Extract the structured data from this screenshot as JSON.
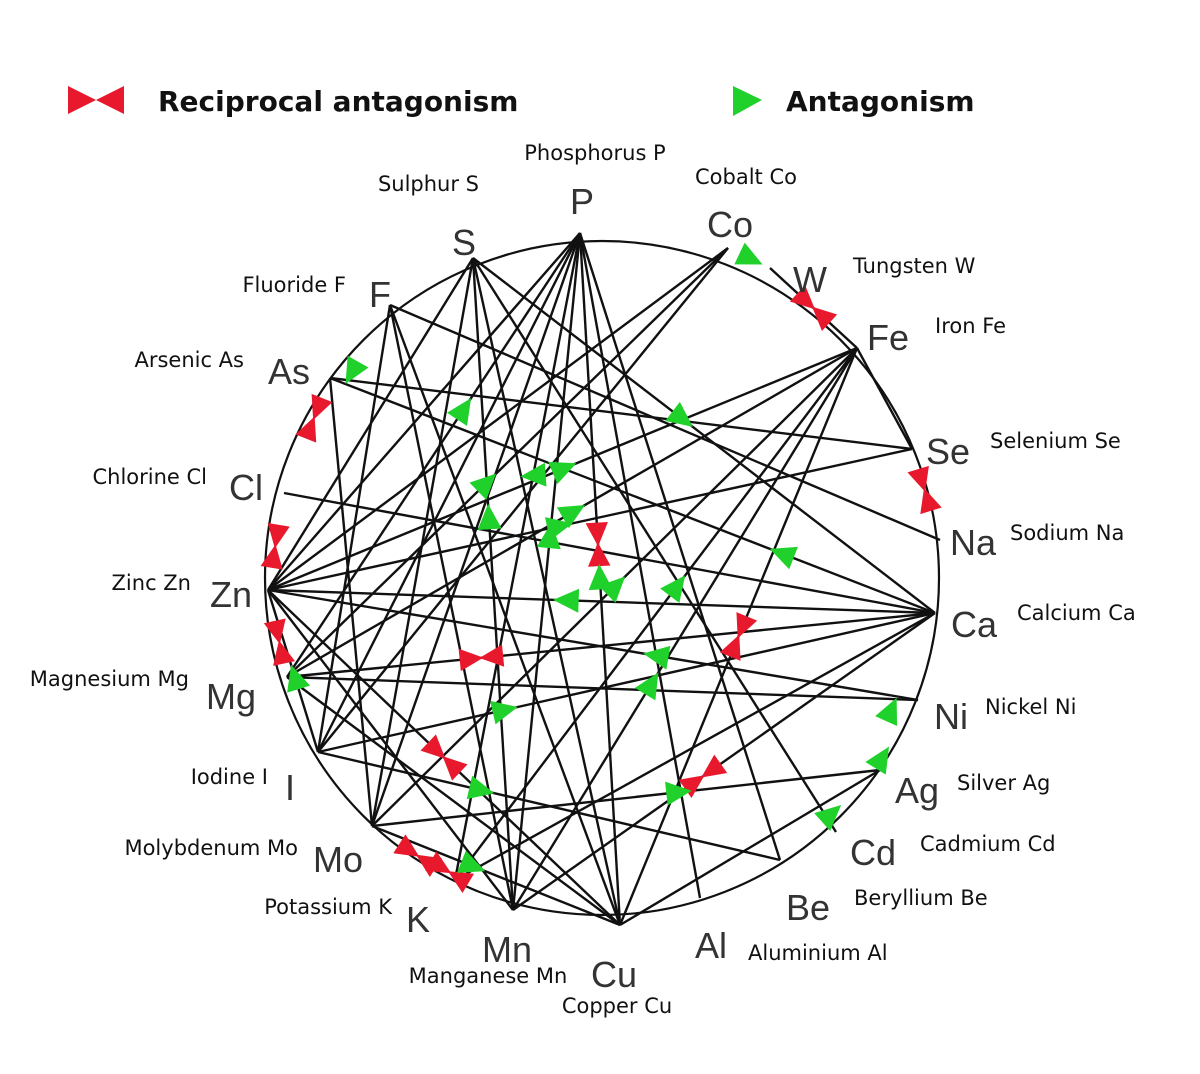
{
  "legend": {
    "reciprocal_label": "Reciprocal antagonism",
    "antagonism_label": "Antagonism",
    "reciprocal_color": "#e8192c",
    "antagonism_color": "#1fd12a"
  },
  "elements": [
    {
      "key": "P",
      "symbol": "P",
      "name": "Phosphorus P"
    },
    {
      "key": "Co",
      "symbol": "Co",
      "name": "Cobalt Co"
    },
    {
      "key": "W",
      "symbol": "W",
      "name": "Tungsten W"
    },
    {
      "key": "Fe",
      "symbol": "Fe",
      "name": "Iron Fe"
    },
    {
      "key": "Se",
      "symbol": "Se",
      "name": "Selenium Se"
    },
    {
      "key": "Na",
      "symbol": "Na",
      "name": "Sodium Na"
    },
    {
      "key": "Ca",
      "symbol": "Ca",
      "name": "Calcium Ca"
    },
    {
      "key": "Ni",
      "symbol": "Ni",
      "name": "Nickel Ni"
    },
    {
      "key": "Ag",
      "symbol": "Ag",
      "name": "Silver Ag"
    },
    {
      "key": "Cd",
      "symbol": "Cd",
      "name": "Cadmium Cd"
    },
    {
      "key": "Be",
      "symbol": "Be",
      "name": "Beryllium Be"
    },
    {
      "key": "Al",
      "symbol": "Al",
      "name": "Aluminium Al"
    },
    {
      "key": "Cu",
      "symbol": "Cu",
      "name": "Copper Cu"
    },
    {
      "key": "Mn",
      "symbol": "Mn",
      "name": "Manganese Mn"
    },
    {
      "key": "K",
      "symbol": "K",
      "name": "Potassium K"
    },
    {
      "key": "Mo",
      "symbol": "Mo",
      "name": "Molybdenum Mo"
    },
    {
      "key": "I",
      "symbol": "I",
      "name": "Iodine I"
    },
    {
      "key": "Mg",
      "symbol": "Mg",
      "name": "Magnesium Mg"
    },
    {
      "key": "Zn",
      "symbol": "Zn",
      "name": "Zinc Zn"
    },
    {
      "key": "Cl",
      "symbol": "Cl",
      "name": "Chlorine Cl"
    },
    {
      "key": "As",
      "symbol": "As",
      "name": "Arsenic As"
    },
    {
      "key": "F",
      "symbol": "F",
      "name": "Fluoride F"
    },
    {
      "key": "S",
      "symbol": "S",
      "name": "Sulphur S"
    }
  ],
  "reciprocal_antagonism": [
    [
      "W",
      "Fe"
    ],
    [
      "As",
      "Cl"
    ],
    [
      "Cl",
      "Zn"
    ],
    [
      "Zn",
      "Mg"
    ],
    [
      "Se",
      "Na"
    ],
    [
      "P",
      "Cu"
    ],
    [
      "Fe",
      "Cu"
    ],
    [
      "Mg",
      "Ca"
    ],
    [
      "Mn",
      "Ca"
    ],
    [
      "Mo",
      "K"
    ],
    [
      "Zn",
      "Cu"
    ],
    [
      "Mo",
      "Mn"
    ]
  ],
  "antagonism": [
    [
      "Co",
      "W"
    ],
    [
      "Mn",
      "P"
    ],
    [
      "Mo",
      "Ag"
    ],
    [
      "F",
      "Cl"
    ],
    [
      "Zn",
      "Se"
    ],
    [
      "Mn",
      "Fe"
    ],
    [
      "Cd",
      "Ca"
    ],
    [
      "Mg",
      "P"
    ],
    [
      "Mo",
      "Fe"
    ],
    [
      "K",
      "Fe"
    ],
    [
      "S",
      "Ca"
    ],
    [
      "I",
      "Ca"
    ],
    [
      "Ni",
      "Zn"
    ],
    [
      "Ca",
      "As"
    ],
    [
      "Mg",
      "Fe"
    ],
    [
      "Mn",
      "S"
    ],
    [
      "Ca",
      "Zn"
    ],
    [
      "Mg",
      "Co"
    ],
    [
      "I",
      "Be"
    ],
    [
      "Zn",
      "Fe"
    ],
    [
      "Se",
      "Cl"
    ],
    [
      "Cu",
      "P"
    ],
    [
      "I",
      "Zn"
    ],
    [
      "Be",
      "Ag"
    ],
    [
      "Cd",
      "Ni"
    ],
    [
      "Mo",
      "Cu"
    ]
  ],
  "connections": [
    [
      "P",
      "Zn"
    ],
    [
      "P",
      "Mg"
    ],
    [
      "P",
      "I"
    ],
    [
      "P",
      "Mo"
    ],
    [
      "P",
      "K"
    ],
    [
      "P",
      "Mn"
    ],
    [
      "P",
      "Cu"
    ],
    [
      "P",
      "Al"
    ],
    [
      "P",
      "Be"
    ],
    [
      "S",
      "Mo"
    ],
    [
      "S",
      "Mn"
    ],
    [
      "S",
      "Cu"
    ],
    [
      "S",
      "Ca"
    ],
    [
      "S",
      "Cd"
    ],
    [
      "S",
      "Zn"
    ],
    [
      "F",
      "I"
    ],
    [
      "F",
      "Mn"
    ],
    [
      "F",
      "Na"
    ],
    [
      "F",
      "Cu"
    ],
    [
      "As",
      "Se"
    ],
    [
      "As",
      "Mo"
    ],
    [
      "As",
      "Ca"
    ],
    [
      "Fe",
      "W"
    ],
    [
      "Fe",
      "Zn"
    ],
    [
      "Fe",
      "Mo"
    ],
    [
      "Fe",
      "K"
    ],
    [
      "Fe",
      "Mn"
    ],
    [
      "Fe",
      "Cu"
    ],
    [
      "Fe",
      "Se"
    ],
    [
      "Fe",
      "Mg"
    ],
    [
      "Zn",
      "Ca"
    ],
    [
      "Zn",
      "Se"
    ],
    [
      "Zn",
      "Ni"
    ],
    [
      "Zn",
      "Cu"
    ],
    [
      "Zn",
      "Mn"
    ],
    [
      "Zn",
      "Co"
    ],
    [
      "Zn",
      "I"
    ],
    [
      "Ca",
      "Mg"
    ],
    [
      "Ca",
      "K"
    ],
    [
      "Ca",
      "Mn"
    ],
    [
      "Ca",
      "I"
    ],
    [
      "Ca",
      "Cl"
    ],
    [
      "Mg",
      "Co"
    ],
    [
      "Mg",
      "Cu"
    ],
    [
      "Mg",
      "Ni"
    ],
    [
      "I",
      "Co"
    ],
    [
      "I",
      "Be"
    ],
    [
      "Mo",
      "Ag"
    ],
    [
      "Mo",
      "Cu"
    ],
    [
      "Cu",
      "Ag"
    ]
  ]
}
